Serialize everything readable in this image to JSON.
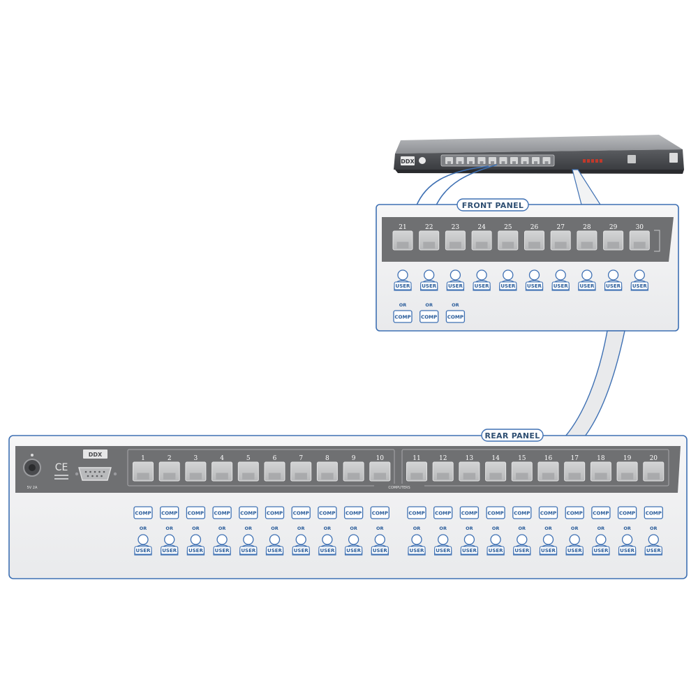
{
  "front_panel": {
    "title": "FRONT PANEL",
    "ports": [
      "21",
      "22",
      "23",
      "24",
      "25",
      "26",
      "27",
      "28",
      "29",
      "30"
    ],
    "user_label": "USER",
    "or_label": "OR",
    "comp_label": "COMP",
    "ports_with_comp_option": 3
  },
  "rear_panel": {
    "title": "REAR PANEL",
    "ports": [
      "1",
      "2",
      "3",
      "4",
      "5",
      "6",
      "7",
      "8",
      "9",
      "10",
      "11",
      "12",
      "13",
      "14",
      "15",
      "16",
      "17",
      "18",
      "19",
      "20"
    ],
    "group_caption": "COMPUTERS",
    "comp_label": "COMP",
    "or_label": "OR",
    "user_label": "USER",
    "power_label": "5V 2A",
    "ce_mark": "CE",
    "serial_logo": "DDX"
  },
  "device": {
    "logo": "DDX"
  },
  "colors": {
    "outline_blue": "#3e70b3",
    "tag_blue": "#2a5c9a",
    "panel_dark": "#6f7072",
    "port_face": "#c7c8c9",
    "box_fill": "#f3f4f5",
    "connector_band": "#e8e9eb"
  }
}
